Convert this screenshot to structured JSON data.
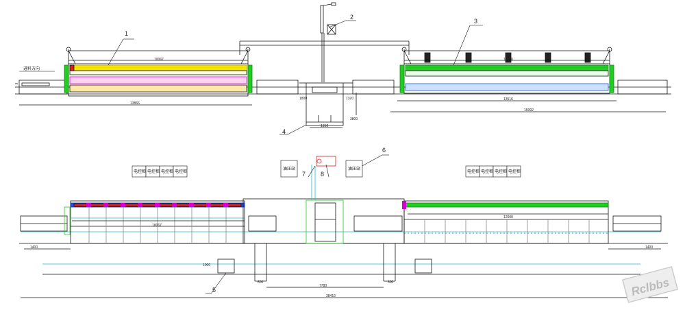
{
  "callouts": [
    "1",
    "2",
    "3",
    "4",
    "5",
    "6",
    "7",
    "8"
  ],
  "dimensions": {
    "left_furnace_length": "10067",
    "left_line_length": "13866",
    "right_furnace_length": "13000",
    "right_inner_length": "13516",
    "right_line_length": "15992",
    "pit_width": "1350",
    "pit_depth": "1320",
    "pit_height": "1800",
    "pit_side": "3800",
    "bottom_left_furnace": "10067",
    "bottom_right_furnace": "12000",
    "bottom_pit_span": "7780",
    "bottom_total": "38416",
    "bottom_left_offset": "1400",
    "bottom_right_offset": "1400",
    "bottom_small_1": "1000",
    "bottom_small_2": "600",
    "bottom_small_3": "600"
  },
  "control_boxes": {
    "left": [
      "电控柜",
      "电控柜",
      "电控柜",
      "电控柜"
    ],
    "right": [
      "电控柜",
      "电控柜",
      "电控柜",
      "电控柜"
    ]
  },
  "stations": {
    "left": "油压站",
    "right": "油压站"
  },
  "direction_label": "进料方向",
  "watermark": "Rclbbs",
  "colors": {
    "line": "#111111",
    "yellow": "#f5e400",
    "magenta": "#d400d4",
    "green": "#22cc22",
    "red": "#dd2222",
    "blue": "#2255dd",
    "cyan": "#22bbcc"
  }
}
